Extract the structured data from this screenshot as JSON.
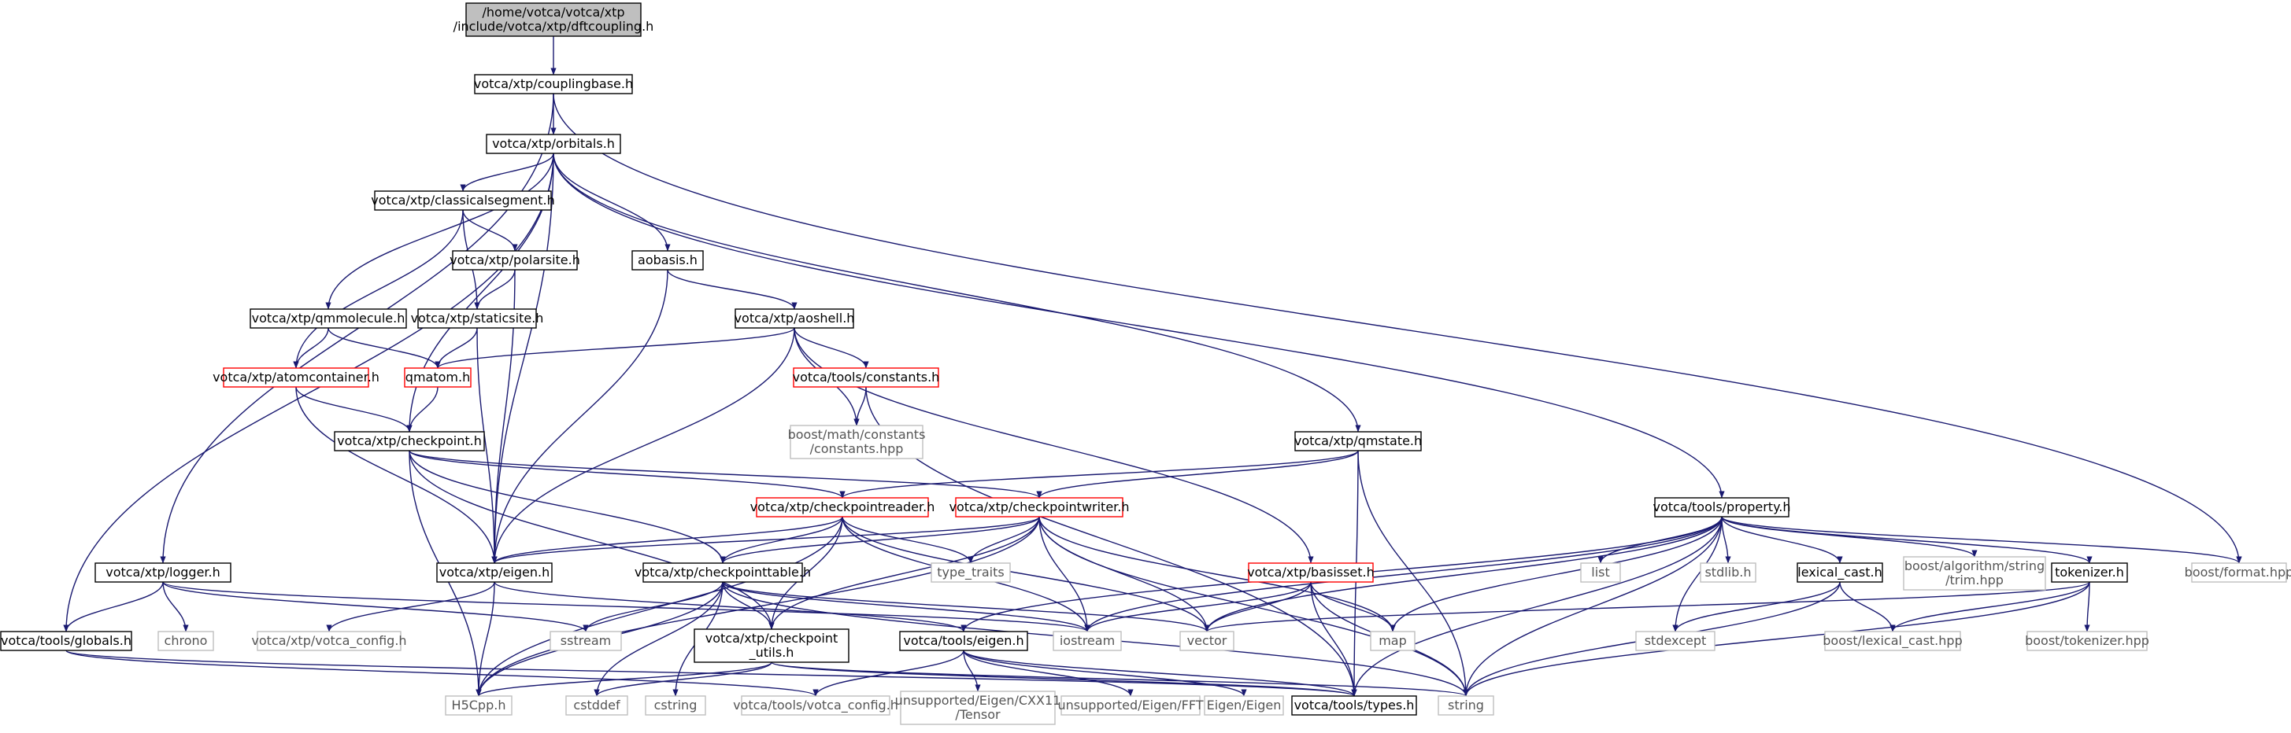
{
  "colors": {
    "edge": "#191970",
    "root_fill": "#bfbfbf",
    "black_border": "#000000",
    "red_border": "#ff0000",
    "gray_border": "#bfbfbf",
    "text": "#000000",
    "gray_text": "#555555"
  },
  "nodes": [
    {
      "id": "root",
      "lines": [
        "/home/votca/votca/xtp",
        "/include/votca/xtp/dftcoupling.h"
      ],
      "style": "root"
    },
    {
      "id": "couplingbase",
      "lines": [
        "votca/xtp/couplingbase.h"
      ],
      "style": "black"
    },
    {
      "id": "orbitals",
      "lines": [
        "votca/xtp/orbitals.h"
      ],
      "style": "black"
    },
    {
      "id": "logger",
      "lines": [
        "votca/xtp/logger.h"
      ],
      "style": "black"
    },
    {
      "id": "boostformat",
      "lines": [
        "boost/format.hpp"
      ],
      "style": "gray"
    },
    {
      "id": "globals",
      "lines": [
        "votca/tools/globals.h"
      ],
      "style": "black"
    },
    {
      "id": "chrono",
      "lines": [
        "chrono"
      ],
      "style": "gray"
    },
    {
      "id": "sstream",
      "lines": [
        "sstream"
      ],
      "style": "gray"
    },
    {
      "id": "classicalsegment",
      "lines": [
        "votca/xtp/classicalsegment.h"
      ],
      "style": "black"
    },
    {
      "id": "qmmolecule",
      "lines": [
        "votca/xtp/qmmolecule.h"
      ],
      "style": "black"
    },
    {
      "id": "polarsite",
      "lines": [
        "votca/xtp/polarsite.h"
      ],
      "style": "black"
    },
    {
      "id": "staticsite",
      "lines": [
        "votca/xtp/staticsite.h"
      ],
      "style": "black"
    },
    {
      "id": "atomcontainer",
      "lines": [
        "votca/xtp/atomcontainer.h"
      ],
      "style": "red"
    },
    {
      "id": "qmatom",
      "lines": [
        "qmatom.h"
      ],
      "style": "red"
    },
    {
      "id": "checkpoint",
      "lines": [
        "votca/xtp/checkpoint.h"
      ],
      "style": "black"
    },
    {
      "id": "aobasis",
      "lines": [
        "aobasis.h"
      ],
      "style": "black"
    },
    {
      "id": "aoshell",
      "lines": [
        "votca/xtp/aoshell.h"
      ],
      "style": "black"
    },
    {
      "id": "constants",
      "lines": [
        "votca/tools/constants.h"
      ],
      "style": "red"
    },
    {
      "id": "boostconstants",
      "lines": [
        "boost/math/constants",
        "/constants.hpp"
      ],
      "style": "gray"
    },
    {
      "id": "qmstate",
      "lines": [
        "votca/xtp/qmstate.h"
      ],
      "style": "black"
    },
    {
      "id": "property",
      "lines": [
        "votca/tools/property.h"
      ],
      "style": "black"
    },
    {
      "id": "checkpointreader",
      "lines": [
        "votca/xtp/checkpointreader.h"
      ],
      "style": "red"
    },
    {
      "id": "checkpointwriter",
      "lines": [
        "votca/xtp/checkpointwriter.h"
      ],
      "style": "red"
    },
    {
      "id": "xtpeigen",
      "lines": [
        "votca/xtp/eigen.h"
      ],
      "style": "black"
    },
    {
      "id": "typetraits",
      "lines": [
        "type_traits"
      ],
      "style": "gray"
    },
    {
      "id": "checkpointtable",
      "lines": [
        "votca/xtp/checkpointtable.h"
      ],
      "style": "black"
    },
    {
      "id": "basisset",
      "lines": [
        "votca/xtp/basisset.h"
      ],
      "style": "red"
    },
    {
      "id": "list",
      "lines": [
        "list"
      ],
      "style": "gray"
    },
    {
      "id": "stdlib",
      "lines": [
        "stdlib.h"
      ],
      "style": "gray"
    },
    {
      "id": "lexicalcast",
      "lines": [
        "lexical_cast.h"
      ],
      "style": "black"
    },
    {
      "id": "trim",
      "lines": [
        "boost/algorithm/string",
        "/trim.hpp"
      ],
      "style": "gray"
    },
    {
      "id": "tokenizer",
      "lines": [
        "tokenizer.h"
      ],
      "style": "black"
    },
    {
      "id": "xtpvotcaconfig",
      "lines": [
        "votca/xtp/votca_config.h"
      ],
      "style": "gray"
    },
    {
      "id": "iostream",
      "lines": [
        "iostream"
      ],
      "style": "gray"
    },
    {
      "id": "vector",
      "lines": [
        "vector"
      ],
      "style": "gray"
    },
    {
      "id": "map",
      "lines": [
        "map"
      ],
      "style": "gray"
    },
    {
      "id": "stdexcept",
      "lines": [
        "stdexcept"
      ],
      "style": "gray"
    },
    {
      "id": "boostlexicalcast",
      "lines": [
        "boost/lexical_cast.hpp"
      ],
      "style": "gray"
    },
    {
      "id": "boosttokenizer",
      "lines": [
        "boost/tokenizer.hpp"
      ],
      "style": "gray"
    },
    {
      "id": "checkpointutils",
      "lines": [
        "votca/xtp/checkpoint",
        "_utils.h"
      ],
      "style": "black"
    },
    {
      "id": "toolseigen",
      "lines": [
        "votca/tools/eigen.h"
      ],
      "style": "black"
    },
    {
      "id": "h5cpp",
      "lines": [
        "H5Cpp.h"
      ],
      "style": "gray"
    },
    {
      "id": "cstddef",
      "lines": [
        "cstddef"
      ],
      "style": "gray"
    },
    {
      "id": "cstring",
      "lines": [
        "cstring"
      ],
      "style": "gray"
    },
    {
      "id": "toolsvotcaconfig",
      "lines": [
        "votca/tools/votca_config.h"
      ],
      "style": "gray"
    },
    {
      "id": "cxx11tensor",
      "lines": [
        "unsupported/Eigen/CXX11",
        "/Tensor"
      ],
      "style": "gray"
    },
    {
      "id": "fft",
      "lines": [
        "unsupported/Eigen/FFT"
      ],
      "style": "gray"
    },
    {
      "id": "eigeneigen",
      "lines": [
        "Eigen/Eigen"
      ],
      "style": "gray"
    },
    {
      "id": "types",
      "lines": [
        "votca/tools/types.h"
      ],
      "style": "black"
    },
    {
      "id": "string",
      "lines": [
        "string"
      ],
      "style": "gray"
    }
  ],
  "edges": [
    [
      "root",
      "couplingbase"
    ],
    [
      "couplingbase",
      "orbitals"
    ],
    [
      "couplingbase",
      "logger"
    ],
    [
      "couplingbase",
      "boostformat"
    ],
    [
      "orbitals",
      "globals"
    ],
    [
      "orbitals",
      "classicalsegment"
    ],
    [
      "orbitals",
      "qmmolecule"
    ],
    [
      "orbitals",
      "checkpoint"
    ],
    [
      "orbitals",
      "xtpeigen"
    ],
    [
      "orbitals",
      "aobasis"
    ],
    [
      "orbitals",
      "qmstate"
    ],
    [
      "orbitals",
      "property"
    ],
    [
      "logger",
      "globals"
    ],
    [
      "logger",
      "chrono"
    ],
    [
      "logger",
      "sstream"
    ],
    [
      "logger",
      "iostream"
    ],
    [
      "globals",
      "toolsvotcaconfig"
    ],
    [
      "globals",
      "types"
    ],
    [
      "classicalsegment",
      "polarsite"
    ],
    [
      "classicalsegment",
      "staticsite"
    ],
    [
      "classicalsegment",
      "atomcontainer"
    ],
    [
      "polarsite",
      "staticsite"
    ],
    [
      "polarsite",
      "xtpeigen"
    ],
    [
      "staticsite",
      "qmatom"
    ],
    [
      "staticsite",
      "xtpeigen"
    ],
    [
      "qmmolecule",
      "atomcontainer"
    ],
    [
      "qmmolecule",
      "qmatom"
    ],
    [
      "atomcontainer",
      "checkpoint"
    ],
    [
      "atomcontainer",
      "xtpeigen"
    ],
    [
      "qmatom",
      "checkpoint"
    ],
    [
      "checkpoint",
      "checkpointreader"
    ],
    [
      "checkpoint",
      "checkpointwriter"
    ],
    [
      "checkpoint",
      "checkpointtable"
    ],
    [
      "checkpoint",
      "checkpointutils"
    ],
    [
      "checkpoint",
      "h5cpp"
    ],
    [
      "aobasis",
      "aoshell"
    ],
    [
      "aobasis",
      "xtpeigen"
    ],
    [
      "aoshell",
      "qmatom"
    ],
    [
      "aoshell",
      "constants"
    ],
    [
      "aoshell",
      "boostconstants"
    ],
    [
      "aoshell",
      "basisset"
    ],
    [
      "aoshell",
      "xtpeigen"
    ],
    [
      "constants",
      "boostconstants"
    ],
    [
      "constants",
      "types"
    ],
    [
      "qmstate",
      "checkpointreader"
    ],
    [
      "qmstate",
      "checkpointwriter"
    ],
    [
      "qmstate",
      "types"
    ],
    [
      "qmstate",
      "string"
    ],
    [
      "checkpointreader",
      "xtpeigen"
    ],
    [
      "checkpointreader",
      "typetraits"
    ],
    [
      "checkpointreader",
      "checkpointtable"
    ],
    [
      "checkpointreader",
      "checkpointutils"
    ],
    [
      "checkpointreader",
      "h5cpp"
    ],
    [
      "checkpointreader",
      "vector"
    ],
    [
      "checkpointreader",
      "iostream"
    ],
    [
      "checkpointwriter",
      "xtpeigen"
    ],
    [
      "checkpointwriter",
      "typetraits"
    ],
    [
      "checkpointwriter",
      "checkpointtable"
    ],
    [
      "checkpointwriter",
      "checkpointutils"
    ],
    [
      "checkpointwriter",
      "h5cpp"
    ],
    [
      "checkpointwriter",
      "vector"
    ],
    [
      "checkpointwriter",
      "map"
    ],
    [
      "checkpointwriter",
      "string"
    ],
    [
      "checkpointwriter",
      "iostream"
    ],
    [
      "xtpeigen",
      "xtpvotcaconfig"
    ],
    [
      "xtpeigen",
      "toolseigen"
    ],
    [
      "xtpeigen",
      "h5cpp"
    ],
    [
      "checkpointtable",
      "checkpointutils"
    ],
    [
      "checkpointtable",
      "h5cpp"
    ],
    [
      "checkpointtable",
      "cstddef"
    ],
    [
      "checkpointtable",
      "cstring"
    ],
    [
      "checkpointtable",
      "string"
    ],
    [
      "checkpointtable",
      "vector"
    ],
    [
      "checkpointtable",
      "iostream"
    ],
    [
      "checkpointtable",
      "sstream"
    ],
    [
      "checkpointutils",
      "h5cpp"
    ],
    [
      "checkpointutils",
      "cstddef"
    ],
    [
      "checkpointutils",
      "types"
    ],
    [
      "checkpointutils",
      "string"
    ],
    [
      "basisset",
      "iostream"
    ],
    [
      "basisset",
      "vector"
    ],
    [
      "basisset",
      "map"
    ],
    [
      "basisset",
      "types"
    ],
    [
      "basisset",
      "string"
    ],
    [
      "property",
      "list"
    ],
    [
      "property",
      "stdlib"
    ],
    [
      "property",
      "lexicalcast"
    ],
    [
      "property",
      "trim"
    ],
    [
      "property",
      "tokenizer"
    ],
    [
      "property",
      "iostream"
    ],
    [
      "property",
      "vector"
    ],
    [
      "property",
      "map"
    ],
    [
      "property",
      "stdexcept"
    ],
    [
      "property",
      "string"
    ],
    [
      "property",
      "boostformat"
    ],
    [
      "property",
      "toolseigen"
    ],
    [
      "property",
      "types"
    ],
    [
      "lexicalcast",
      "stdexcept"
    ],
    [
      "lexicalcast",
      "boostlexicalcast"
    ],
    [
      "lexicalcast",
      "string"
    ],
    [
      "tokenizer",
      "vector"
    ],
    [
      "tokenizer",
      "boostlexicalcast"
    ],
    [
      "tokenizer",
      "boosttokenizer"
    ],
    [
      "tokenizer",
      "string"
    ],
    [
      "toolseigen",
      "toolsvotcaconfig"
    ],
    [
      "toolseigen",
      "cxx11tensor"
    ],
    [
      "toolseigen",
      "fft"
    ],
    [
      "toolseigen",
      "eigeneigen"
    ],
    [
      "toolseigen",
      "types"
    ]
  ]
}
